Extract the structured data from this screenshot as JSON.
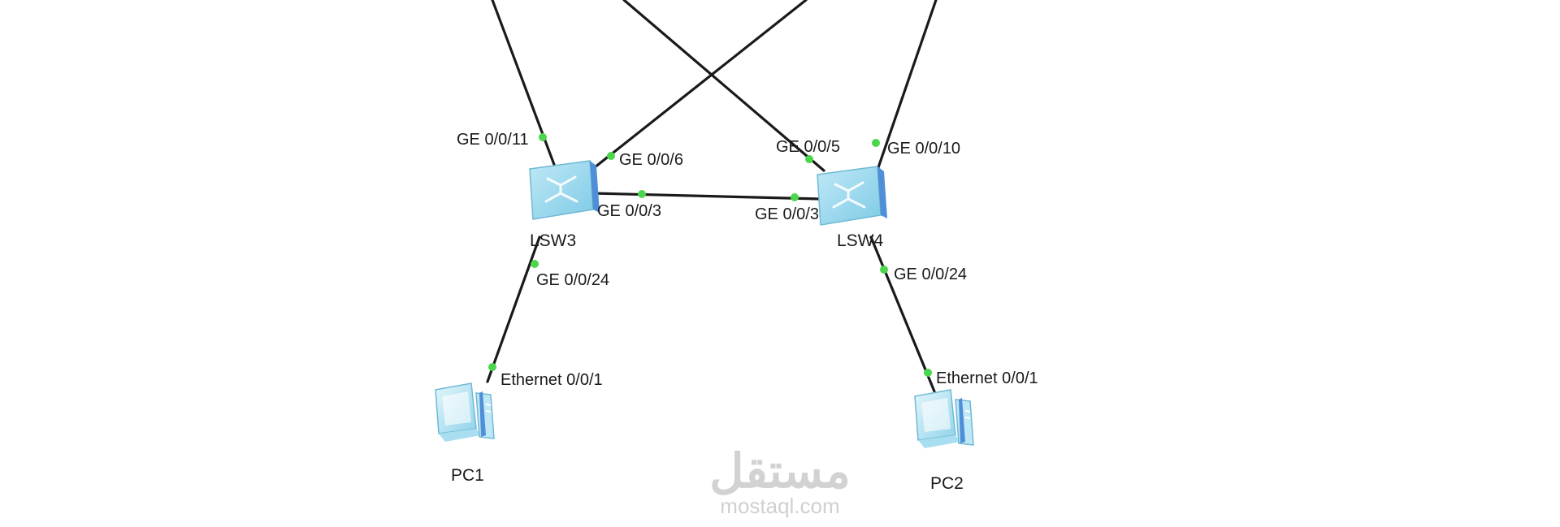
{
  "diagram": {
    "nodes": {
      "lsw3": {
        "label": "LSW3",
        "type": "switch"
      },
      "lsw4": {
        "label": "LSW4",
        "type": "switch"
      },
      "pc1": {
        "label": "PC1",
        "type": "pc"
      },
      "pc2": {
        "label": "PC2",
        "type": "pc"
      }
    },
    "ports": {
      "lsw3_up_left": "GE 0/0/11",
      "lsw3_up_right": "GE 0/0/6",
      "lsw3_to_lsw4": "GE 0/0/3",
      "lsw3_to_pc1": "GE 0/0/24",
      "lsw4_up_left": "GE 0/0/5",
      "lsw4_up_right": "GE 0/0/10",
      "lsw4_to_lsw3": "GE 0/0/3",
      "lsw4_to_pc2": "GE 0/0/24",
      "pc1_eth": "Ethernet 0/0/1",
      "pc2_eth": "Ethernet 0/0/1"
    },
    "colors": {
      "link": "#1a1a1a",
      "port_dot": "#4cd64c",
      "device": "#8fd3ea"
    }
  },
  "watermark": {
    "arabic": "مستقل",
    "domain": "mostaql.com"
  }
}
